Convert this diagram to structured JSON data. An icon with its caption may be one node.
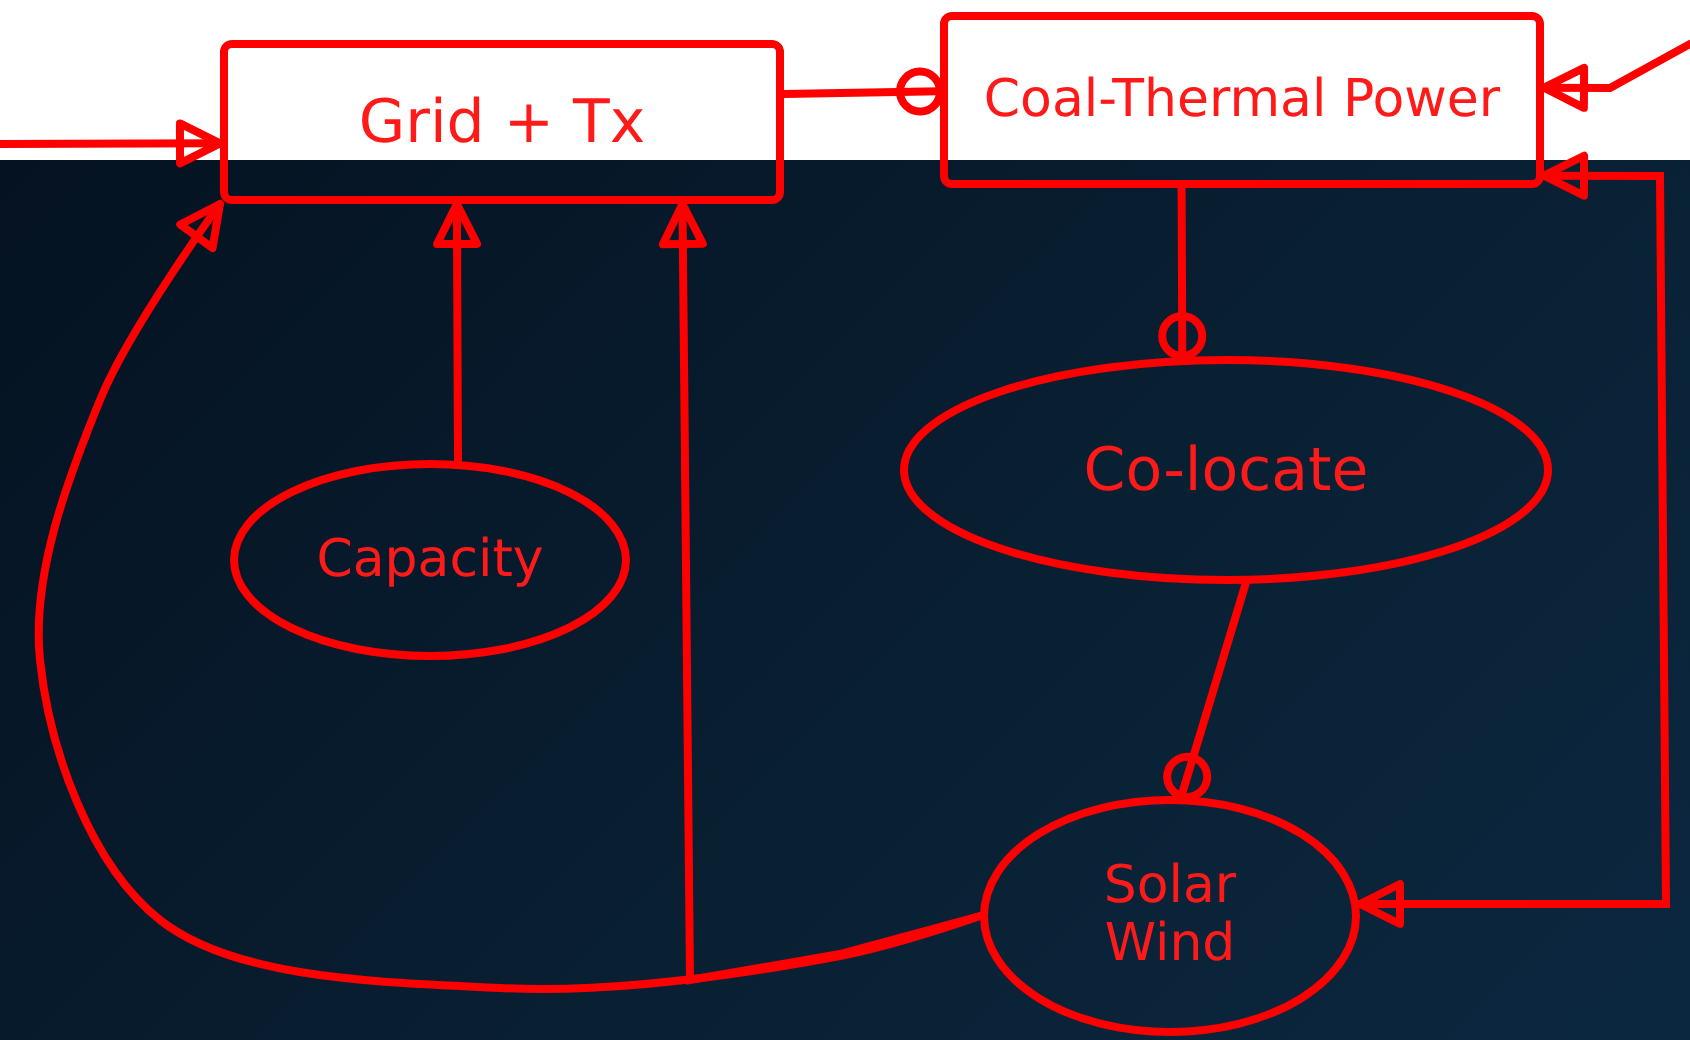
{
  "diagram": {
    "nodes": [
      {
        "text": [
          "Grid + Tx"
        ]
      },
      {
        "text": [
          "Coal-Thermal Power"
        ]
      },
      {
        "text": [
          "Co-locate"
        ]
      },
      {
        "text": [
          "Capacity"
        ]
      },
      {
        "text": [
          "Solar Wind"
        ]
      }
    ],
    "edges": [
      {
        "from": null,
        "to": 0,
        "arrow": "to"
      },
      {
        "from": 0,
        "to": 1,
        "arrow": "other"
      },
      {
        "from": null,
        "to": 1,
        "arrow": "to"
      },
      {
        "from": 1,
        "to": 2,
        "arrow": "other"
      },
      {
        "from": 2,
        "to": 4,
        "arrow": "other"
      },
      {
        "from": 3,
        "to": 0,
        "arrow": "to"
      },
      {
        "from": 4,
        "to": 0,
        "arrow": "to"
      },
      {
        "from": 4,
        "to": 0,
        "arrow": "to"
      },
      {
        "from": 1,
        "to": 4,
        "arrow": "both"
      }
    ]
  }
}
